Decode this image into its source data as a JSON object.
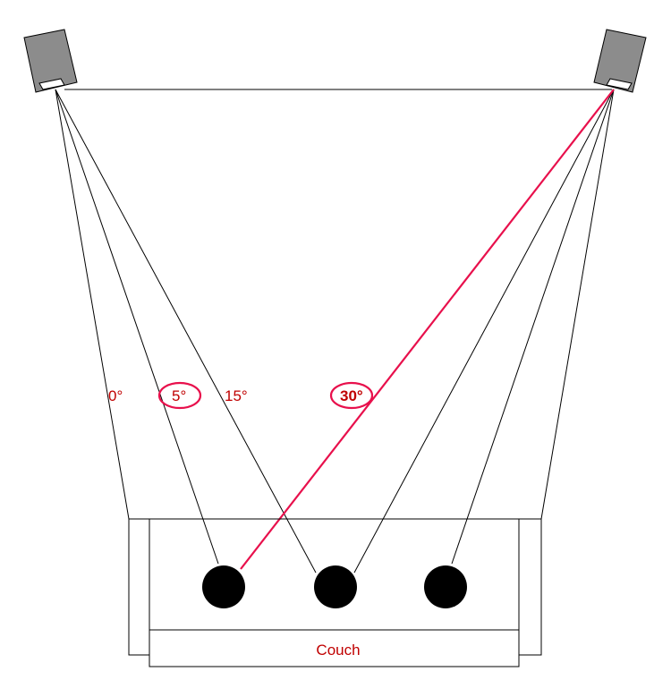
{
  "angles": {
    "deg0": "0°",
    "deg5": "5°",
    "deg15": "15°",
    "deg30": "30°"
  },
  "couch": {
    "label": "Couch"
  },
  "listener_seats": 3,
  "colors": {
    "line": "#000000",
    "highlight": "#e8104c",
    "label": "#c00000",
    "speaker_body": "#8c8c8c",
    "seat": "#000000"
  }
}
